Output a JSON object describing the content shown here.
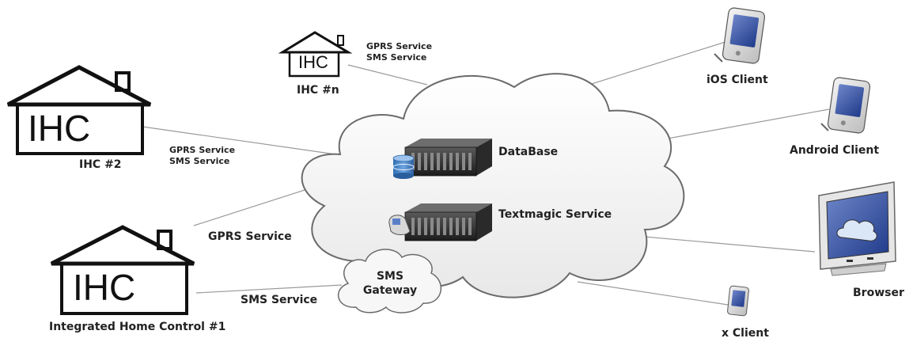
{
  "houses": {
    "ihc_n": {
      "badge": "IHC",
      "caption": "IHC #n"
    },
    "ihc_2": {
      "badge": "IHC",
      "caption": "IHC #2"
    },
    "ihc_1": {
      "badge": "IHC",
      "caption": "Integrated Home Control #1"
    }
  },
  "links": {
    "ihc_n": [
      "GPRS Service",
      "SMS Service"
    ],
    "ihc_2": [
      "GPRS Service",
      "SMS Service"
    ],
    "ihc_1_gprs": "GPRS Service",
    "ihc_1_sms": "SMS Service"
  },
  "cloud": {
    "database": "DataBase",
    "textmagic": "Textmagic Service"
  },
  "gateway": {
    "line1": "SMS",
    "line2": "Gateway"
  },
  "clients": {
    "ios": "iOS Client",
    "android": "Android Client",
    "browser": "Browser",
    "x": "x Client"
  }
}
